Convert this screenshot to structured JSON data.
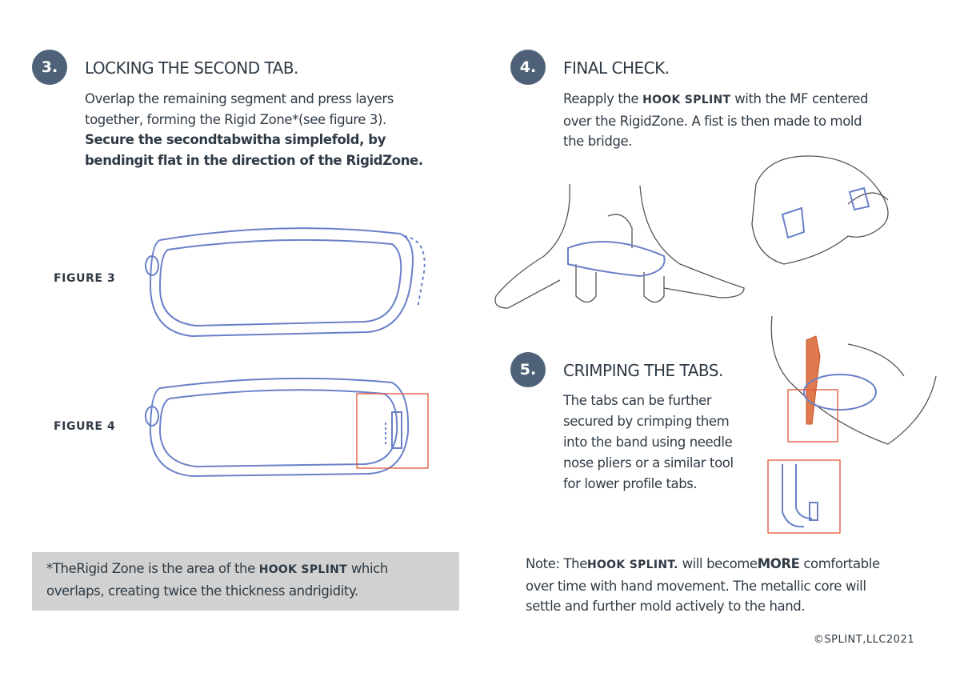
{
  "step3": {
    "number": "3.",
    "title": "LOCKING THE SECOND TAB.",
    "lines": [
      "Overlap the remaining segment and press layers",
      "together, forming the Rigid Zone*(see figure 3)."
    ],
    "bold_lines": [
      "Secure the secondtabwitha   simplefold, by",
      "bendingit flat in the direction of the RigidZone."
    ]
  },
  "figures": {
    "figure3": "FIGURE 3",
    "figure4": "FIGURE 4"
  },
  "footnote": {
    "prefix": "*TheRigid Zone is the area of the ",
    "brand": "HOOK SPLINT",
    "suffix": " which",
    "line2": "overlaps, creating twice the thickness andrigidity."
  },
  "step4": {
    "number": "4.",
    "title": "FINAL CHECK.",
    "line1_prefix": "Reapply the ",
    "brand": "HOOK SPLINT",
    "line1_suffix": " with the MF centered",
    "line2": "over the RigidZone. A fist is then made to mold",
    "line3": "the bridge."
  },
  "step5": {
    "number": "5.",
    "title": "CRIMPING THE TABS.",
    "lines": [
      "The tabs can be further",
      "secured by crimping them",
      "into the band using needle",
      "nose pliers or a similar tool",
      "for lower profile tabs."
    ]
  },
  "note": {
    "prefix": "Note: The",
    "brand": "HOOK SPLINT.",
    "mid": " will become",
    "emph": "MORE",
    "suffix": " comfortable",
    "line2": "over time with hand movement. The metallic core will",
    "line3": "settle and further mold actively to the hand."
  },
  "copyright": "©SPLINT,LLC2021",
  "colors": {
    "badge": "#4e6178",
    "splint": "#6a80c8",
    "highlight": "#e0553a",
    "note_bg": "#d0d1d0"
  }
}
